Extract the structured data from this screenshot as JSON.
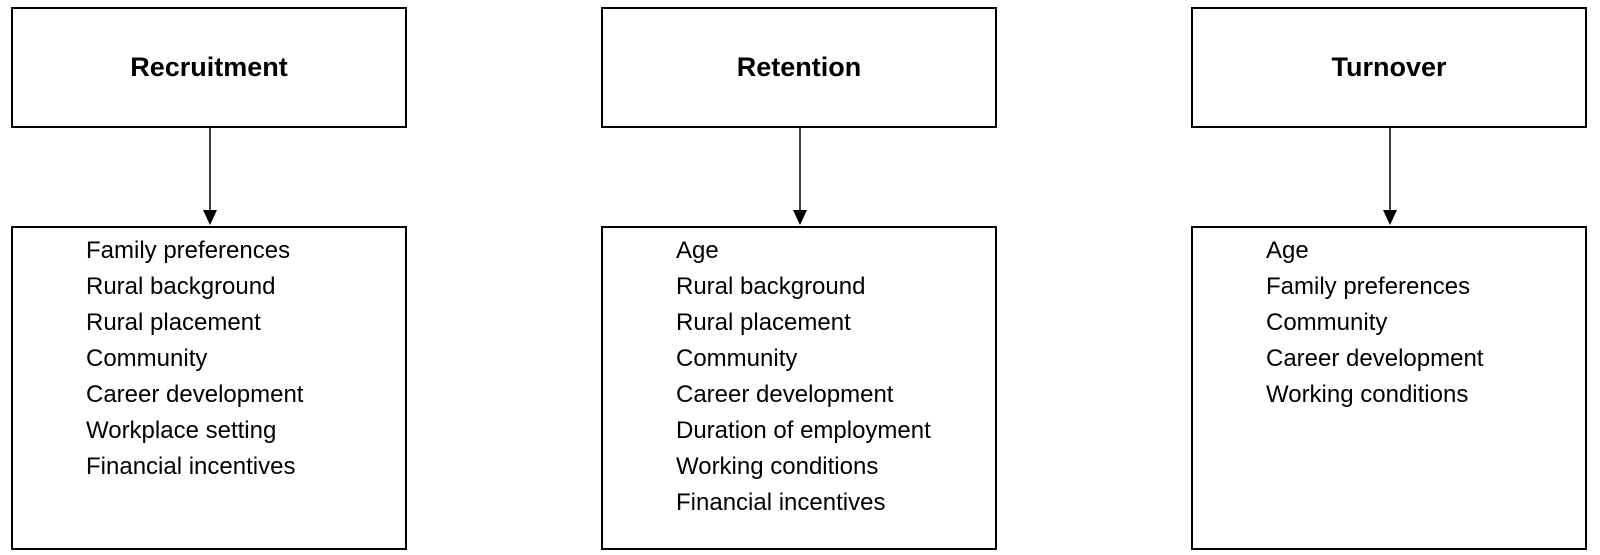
{
  "columns": [
    {
      "id": "recruitment",
      "title": "Recruitment",
      "factors": [
        "Family preferences",
        "Rural background",
        "Rural placement",
        "Community",
        "Career development",
        "Workplace setting",
        "Financial incentives"
      ]
    },
    {
      "id": "retention",
      "title": "Retention",
      "factors": [
        "Age",
        "Rural background",
        "Rural placement",
        "Community",
        "Career development",
        "Duration of employment",
        "Working conditions",
        "Financial incentives"
      ]
    },
    {
      "id": "turnover",
      "title": "Turnover",
      "factors": [
        "Age",
        "Family preferences",
        "Community",
        "Career development",
        "Working conditions"
      ]
    }
  ],
  "colors": {
    "stroke": "#000000",
    "background": "#ffffff",
    "text": "#000000"
  }
}
